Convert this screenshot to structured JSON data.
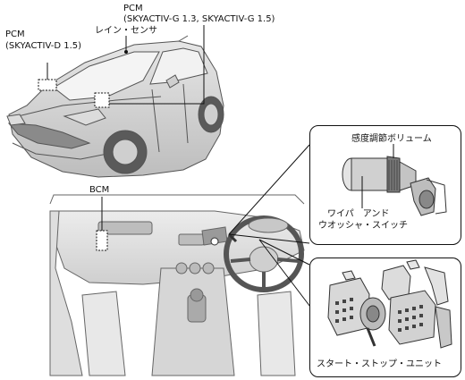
{
  "labels": {
    "pcm_d_title": "PCM",
    "pcm_d_sub": "(SKYACTIV-D 1.5)",
    "pcm_g_title": "PCM",
    "pcm_g_sub": "(SKYACTIV-G 1.3, SKYACTIV-G 1.5)",
    "rain_sensor": "レイン・センサ",
    "bcm": "BCM",
    "sensitivity_volume": "感度調節ボリューム",
    "wiper_switch_line1": "ワイパ　アンド",
    "wiper_switch_line2": "ウオッシャ・スイッチ",
    "start_stop_unit": "スタート・ストップ・ユニット"
  }
}
